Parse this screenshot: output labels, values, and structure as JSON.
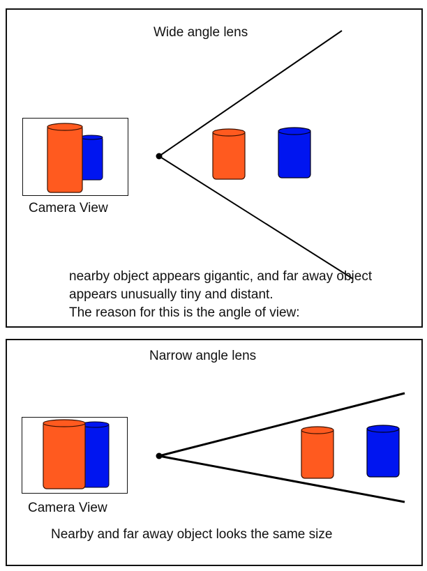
{
  "colors": {
    "near_object": "#ff5a1f",
    "far_object": "#0015f0",
    "line": "#000000"
  },
  "wide": {
    "title": "Wide angle lens",
    "camera_caption": "Camera View",
    "description_lines": [
      "nearby object appears gigantic, and far away object",
      "appears unusually tiny and distant.",
      "The reason for this is the angle of view:"
    ]
  },
  "narrow": {
    "title": "Narrow angle lens",
    "camera_caption": "Camera View",
    "description": "Nearby and far away object looks the same size"
  }
}
